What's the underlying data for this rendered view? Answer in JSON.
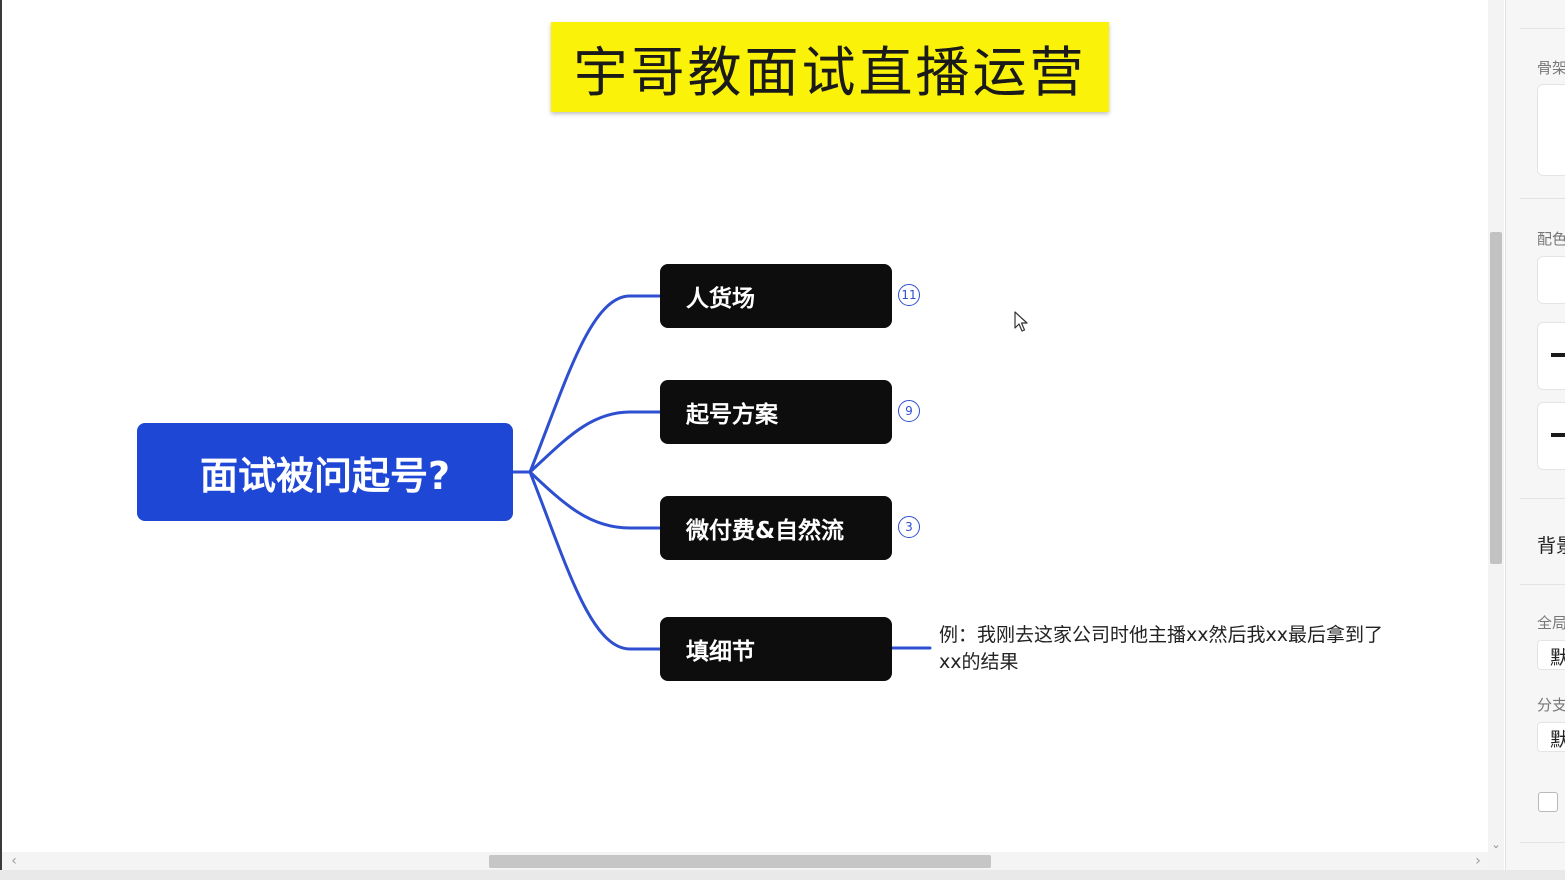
{
  "colors": {
    "banner_bg": "#fbf20a",
    "root_bg": "#1f47d6",
    "branch_bg": "#0d0d0d",
    "connector": "#2d4fd0"
  },
  "mindmap": {
    "banner_title": "宇哥教面试直播运营",
    "root": "面试被问起号?",
    "branches": [
      {
        "label": "人货场",
        "count": "11"
      },
      {
        "label": "起号方案",
        "count": "9"
      },
      {
        "label": "微付费&自然流",
        "count": "3"
      },
      {
        "label": "填细节",
        "note": "例：我刚去这家公司时他主播xx然后我xx最后拿到了xx的结果"
      }
    ]
  },
  "panel": {
    "labels": [
      "骨架",
      "配色",
      "背景",
      "全局",
      "分支"
    ],
    "select_values": [
      "默",
      "默"
    ]
  },
  "icons": {
    "cursor": "mouse-pointer-icon",
    "scroll_left": "chevron-left-icon",
    "scroll_right": "chevron-right-icon",
    "scroll_down": "chevron-down-icon"
  }
}
